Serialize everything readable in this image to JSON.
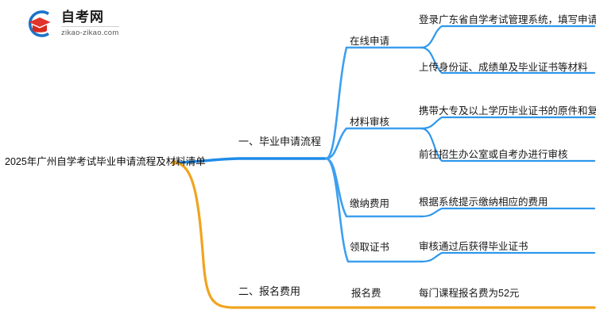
{
  "brand": {
    "name_cn": "自考网",
    "name_en": "zikao-zikao.com",
    "logo_icon": "graduation-cap-circle-logo",
    "colors": {
      "arc": "#1a73c8",
      "cap": "#e0342c"
    }
  },
  "mindmap": {
    "type": "mindmap",
    "root": "2025年广州自学考试毕业申请流程及材料清单",
    "colors": {
      "branch_1": "#1f8ce8",
      "branch_2": "#f0a41e"
    },
    "branches": [
      {
        "label": "一、毕业申请流程",
        "color": "#1f8ce8",
        "children": [
          {
            "label": "在线申请",
            "leaves": [
              "登录广东省自学考试管理系统，填写申请信息",
              "上传身份证、成绩单及毕业证书等材料"
            ]
          },
          {
            "label": "材料审核",
            "leaves": [
              "携带大专及以上学历毕业证书的原件和复印件",
              "前往招生办公室或自考办进行审核"
            ]
          },
          {
            "label": "缴纳费用",
            "leaves": [
              "根据系统提示缴纳相应的费用"
            ]
          },
          {
            "label": "领取证书",
            "leaves": [
              "审核通过后获得毕业证书"
            ]
          }
        ]
      },
      {
        "label": "二、报名费用",
        "color": "#f0a41e",
        "children": [
          {
            "label": "报名费",
            "leaves": [
              "每门课程报名费为52元"
            ]
          }
        ]
      }
    ]
  }
}
